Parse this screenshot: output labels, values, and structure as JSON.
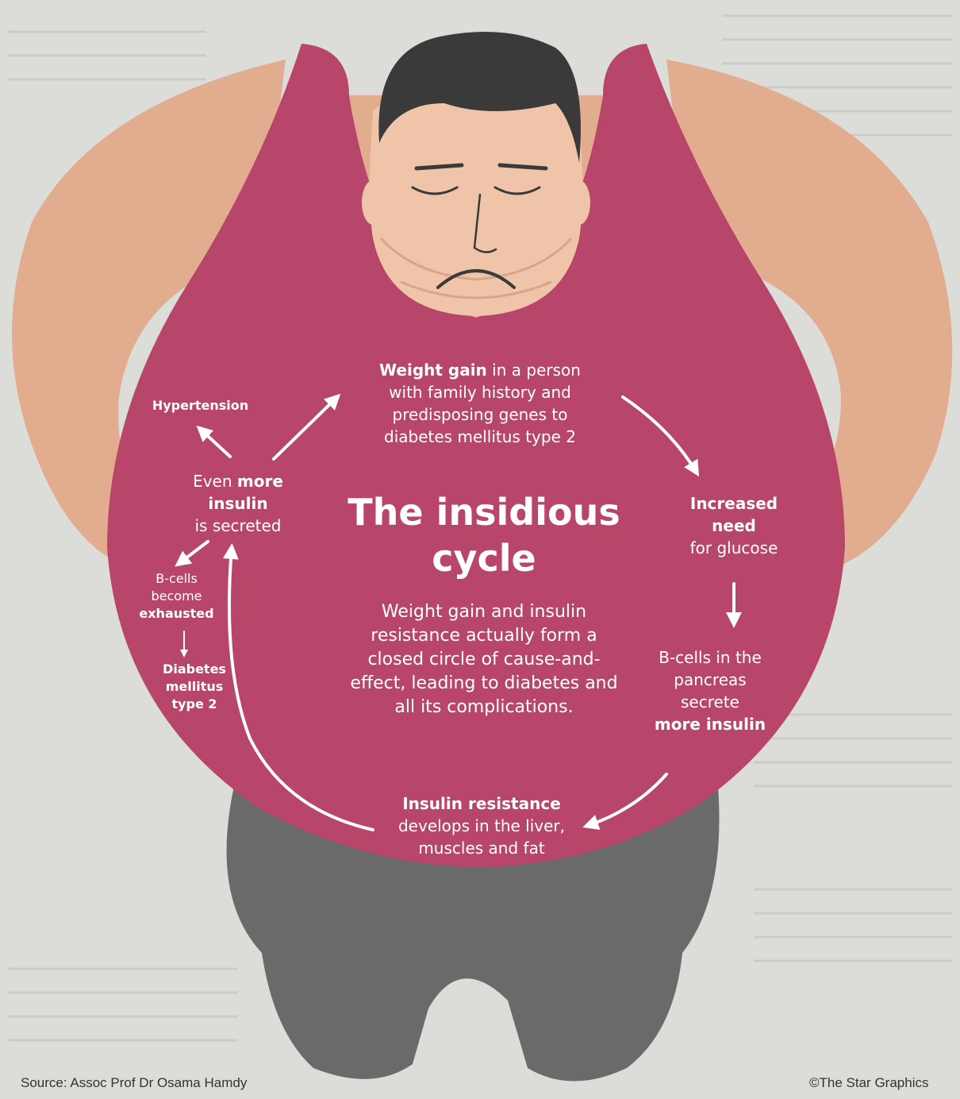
{
  "title": "The insidious cycle",
  "description": "Weight gain and insulin resistance actually form a closed circle of cause-and-effect, leading to diabetes and all its complications.",
  "cycle": {
    "weight_gain": {
      "bold": "Weight gain",
      "rest": "in a person with family history and predisposing genes to diabetes mellitus type 2"
    },
    "increased_need": {
      "bold": "Increased need",
      "rest": "for glucose"
    },
    "bcells_secrete": {
      "pre": "B-cells in the pancreas secrete",
      "bold": "more insulin"
    },
    "insulin_resistance": {
      "bold": "Insulin resistance",
      "rest": "develops in the liver, muscles and fat"
    },
    "even_more_insulin": {
      "pre": "Even",
      "bold": "more insulin",
      "post": "is secreted"
    }
  },
  "side_effects": {
    "hypertension": "Hypertension",
    "bcells_exhausted": {
      "pre": "B-cells become",
      "bold": "exhausted"
    },
    "diabetes": "Diabetes mellitus type 2"
  },
  "source": "Source: Assoc Prof Dr Osama Hamdy",
  "copyright": "©The Star Graphics",
  "colors": {
    "background": "#dcdcd8",
    "skin": "#e2ac8e",
    "shirt": "#b8456a",
    "pants": "#6a6a6a",
    "hair": "#3a3a3a",
    "text": "#ffffff"
  }
}
